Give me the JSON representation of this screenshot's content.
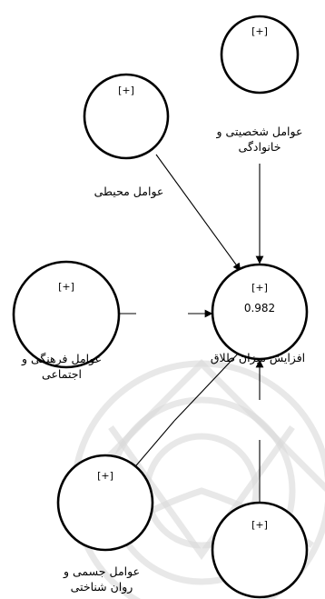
{
  "nodes": {
    "family": {
      "expand": "[+]",
      "label_lines": [
        "عوامل شخصیتی و",
        "خانوادگی"
      ]
    },
    "environmental": {
      "expand": "[+]",
      "label_lines": [
        "عوامل محیطی"
      ]
    },
    "cultural": {
      "expand": "[+]",
      "label_lines": [
        "عوامل فرهنگی و",
        "اجتماعی"
      ]
    },
    "divorce": {
      "expand": "[+]",
      "value": "0.982",
      "label_lines": [
        "افزایش میزان طلاق"
      ]
    },
    "physical": {
      "expand": "[+]",
      "label_lines": [
        "عوامل جسمی و",
        "روان شناختی"
      ]
    },
    "bottom": {
      "expand": "[+]"
    }
  },
  "colors": {
    "stroke": "#000000",
    "watermark": "#d9d9d9",
    "background": "#ffffff"
  }
}
